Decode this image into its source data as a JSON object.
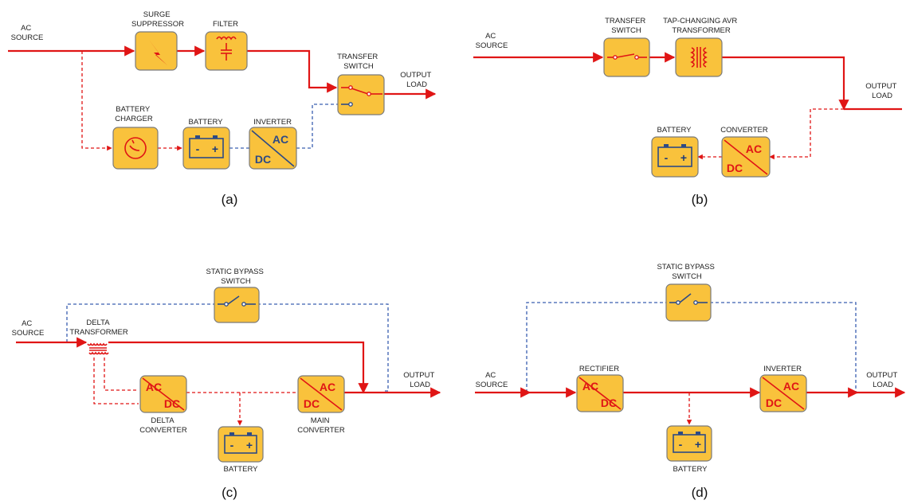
{
  "panels": {
    "a": {
      "caption": "(a)",
      "ac_source": [
        "AC",
        "SOURCE"
      ],
      "surge": [
        "SURGE",
        "SUPPRESSOR"
      ],
      "filter": "FILTER",
      "transfer": [
        "TRANSFER",
        "SWITCH"
      ],
      "output": [
        "OUTPUT",
        "LOAD"
      ],
      "charger": [
        "BATTERY",
        "CHARGER"
      ],
      "battery": "BATTERY",
      "inverter": "INVERTER"
    },
    "b": {
      "caption": "(b)",
      "ac_source": [
        "AC",
        "SOURCE"
      ],
      "transfer": [
        "TRANSFER",
        "SWITCH"
      ],
      "avr": [
        "TAP-CHANGING AVR",
        "TRANSFORMER"
      ],
      "output": [
        "OUTPUT",
        "LOAD"
      ],
      "battery": "BATTERY",
      "converter": "CONVERTER"
    },
    "c": {
      "caption": "(c)",
      "bypass": [
        "STATIC BYPASS",
        "SWITCH"
      ],
      "ac_source": [
        "AC",
        "SOURCE"
      ],
      "delta_transformer": [
        "DELTA",
        "TRANSFORMER"
      ],
      "output": [
        "OUTPUT",
        "LOAD"
      ],
      "delta_converter": [
        "DELTA",
        "CONVERTER"
      ],
      "main_converter": [
        "MAIN",
        "CONVERTER"
      ],
      "battery": "BATTERY"
    },
    "d": {
      "caption": "(d)",
      "bypass": [
        "STATIC BYPASS",
        "SWITCH"
      ],
      "ac_source": [
        "AC",
        "SOURCE"
      ],
      "rectifier": "RECTIFIER",
      "inverter": "INVERTER",
      "output": [
        "OUTPUT",
        "LOAD"
      ],
      "battery": "BATTERY"
    }
  },
  "symbols": {
    "ac": "AC",
    "dc": "DC",
    "minus": "-",
    "plus": "+"
  },
  "colors": {
    "box_fill": "#f9c23c",
    "power_line": "#e01515",
    "bypass_line": "#3a5fb0",
    "symbol_blue": "#2d4a85"
  }
}
